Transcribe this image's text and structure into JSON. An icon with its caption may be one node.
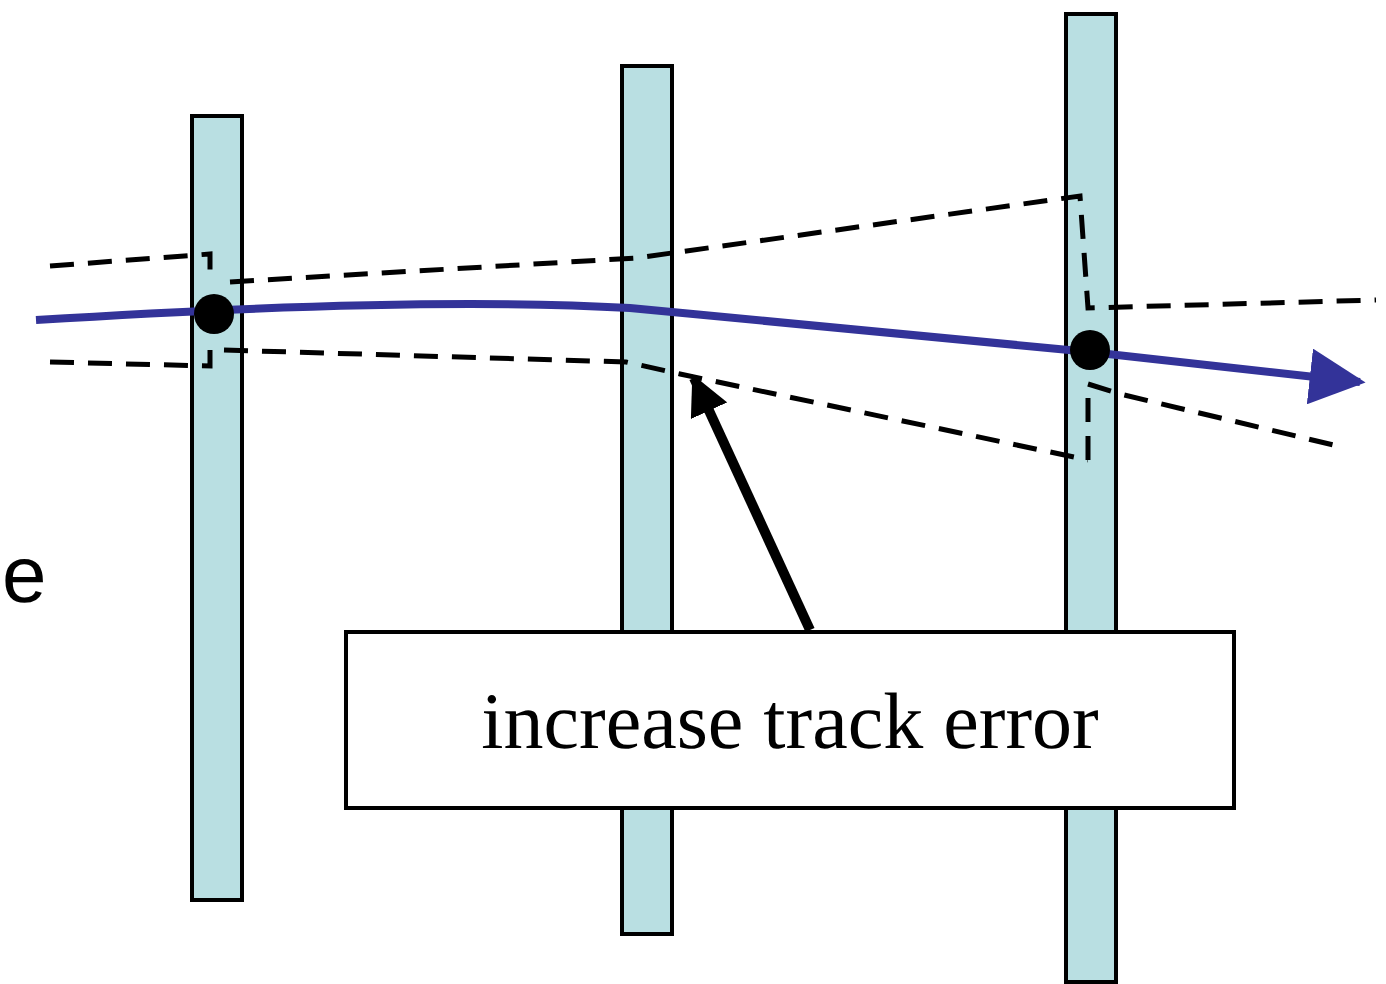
{
  "diagram": {
    "nodes": [
      {
        "text": [
          "increase track error"
        ]
      },
      {
        "text": [],
        "shape": "line"
      }
    ],
    "edges": [
      {
        "from": 0,
        "to": 1,
        "arrow": "to"
      }
    ],
    "labels": [
      "e"
    ]
  }
}
